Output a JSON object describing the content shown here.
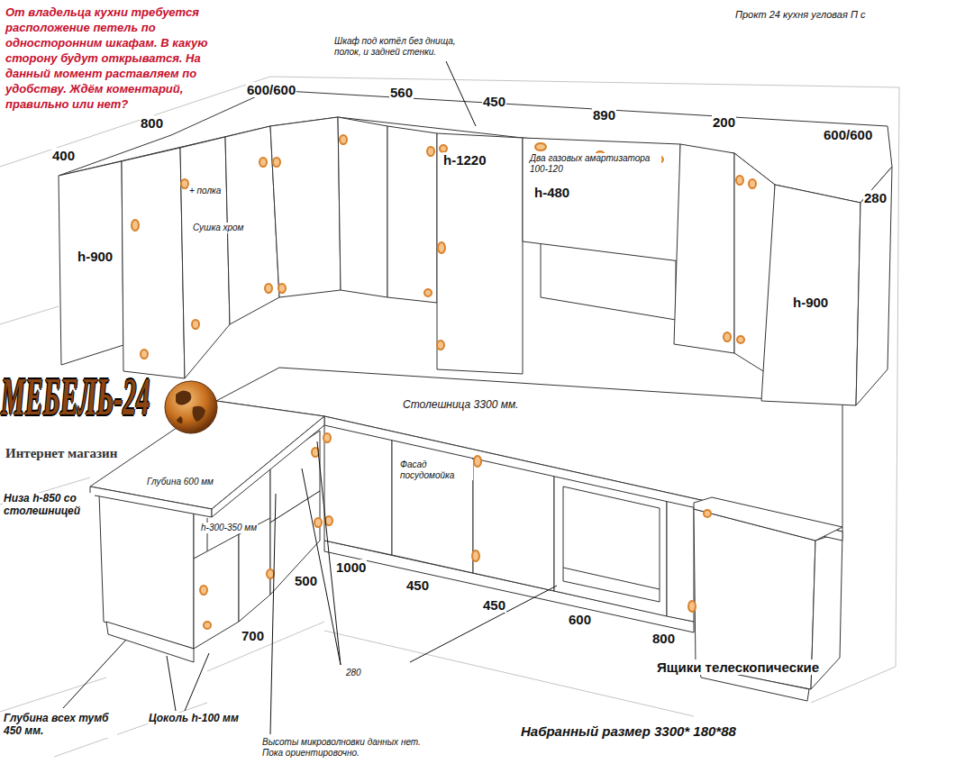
{
  "diagram": {
    "title": "Прокт 24 кухня угловая П с",
    "labels": [
      "От владельца кухни требуется расположение петель по односторонним шкафам. В какую сторону будут открыватся. На данный момент раставляем по удобству. Ждём коментарий, правильно или нет?",
      "Шкаф под котёл без днища, полок, и задней стенки.",
      "600/600",
      "560",
      "450",
      "890",
      "200",
      "600/600",
      "800",
      "400",
      "h-1220",
      "Два газовых амартизатора 100-120",
      "+ полка",
      "280",
      "h-480",
      "Сушка хром",
      "h-900",
      "h-900",
      "МЕБЕЛЬ-24",
      "Столешница 3300 мм.",
      "Интернет магазин",
      "Фасад посудомойка",
      "Глубина 600 мм",
      "Низа h-850 со столешницей",
      "h-300-350 мм",
      "1000",
      "500",
      "450",
      "450",
      "600",
      "700",
      "800",
      "Ящики телескопические",
      "280",
      "Глубина всех тумб 450 мм.",
      "Цоколь h-100 мм",
      "Набранный размер 3300* 180*88",
      "Высоты микроволновки данных нет. Пока ориентировочно."
    ]
  }
}
